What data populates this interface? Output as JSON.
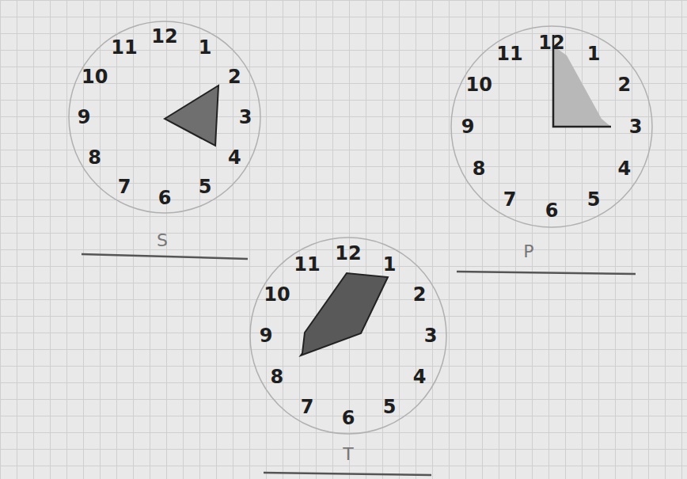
{
  "diagram": {
    "nodes": [
      {
        "text": [
          "12",
          "1",
          "2",
          "3",
          "4",
          "5",
          "6",
          "7",
          "8",
          "9",
          "10",
          "11"
        ]
      },
      {
        "text": [
          "12",
          "1",
          "2",
          "3",
          "4",
          "5",
          "6",
          "7",
          "8",
          "9",
          "10",
          "11"
        ]
      },
      {
        "text": [
          "12",
          "1",
          "2",
          "3",
          "4",
          "5",
          "6",
          "7",
          "8",
          "9",
          "10",
          "11"
        ]
      }
    ],
    "labels": [
      "S",
      "P",
      "T"
    ]
  }
}
